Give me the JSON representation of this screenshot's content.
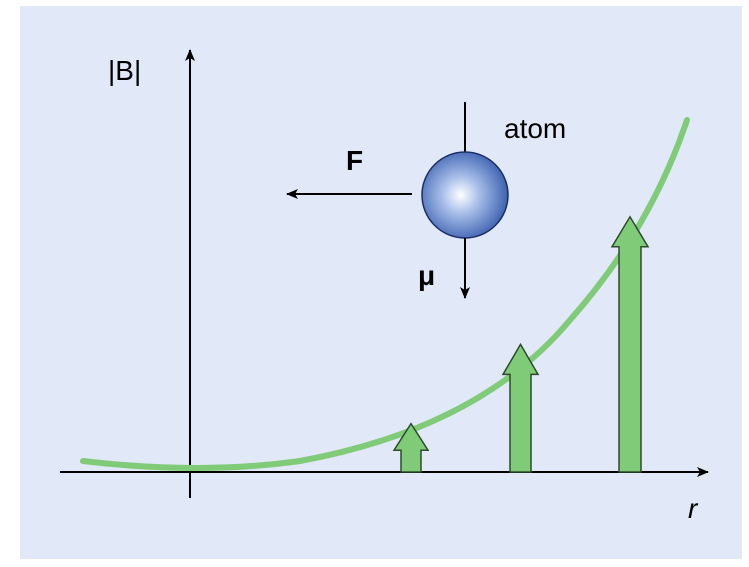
{
  "diagram": {
    "y_axis_label": "|B|",
    "x_axis_label": "r",
    "atom_label": "atom",
    "force_label": "F",
    "moment_label": "μ",
    "colors": {
      "background": "#e1e8f8",
      "curve": "#7fcb78",
      "arrow_fill": "#7fcb78",
      "sphere": "#3b5fb0"
    },
    "field_arrows": [
      {
        "r_fraction": 0.0,
        "magnitude": 0.11
      },
      {
        "r_fraction": 0.5,
        "magnitude": 0.29
      },
      {
        "r_fraction": 1.0,
        "magnitude": 0.58
      }
    ]
  }
}
